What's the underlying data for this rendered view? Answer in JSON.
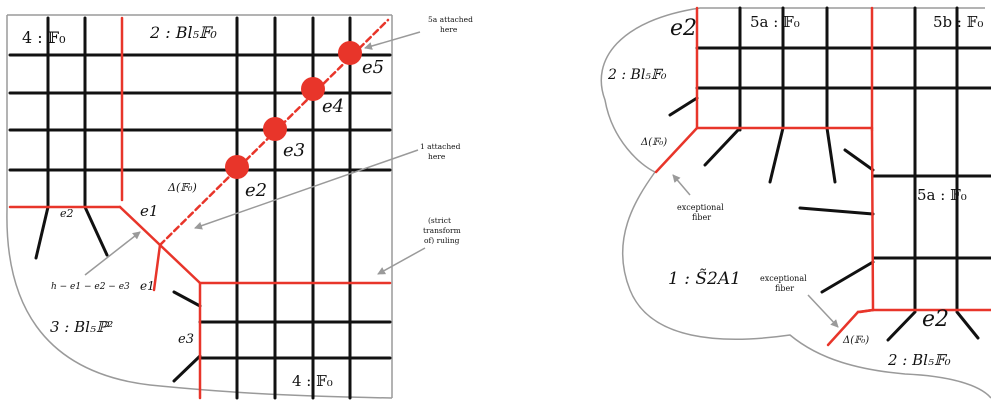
{
  "left_diagram": {
    "region_top_left": "4 : 𝔽₀",
    "region_top_mid": "2 : Bl₅𝔽₀",
    "region_bottom_left": "3 : Bl₅ℙ²",
    "region_bottom_right": "4 : 𝔽₀",
    "points": [
      "e5",
      "e4",
      "e3",
      "e2"
    ],
    "edge_e1_upper": "e1",
    "edge_e1_lower": "e1",
    "edge_e2": "e2",
    "edge_e3": "e3",
    "delta_label": "Δ(𝔽₀)",
    "line_label": "h − e1 − e2 − e3",
    "note_5a": [
      "5a attached",
      "here"
    ],
    "note_1": [
      "1 attached",
      "here"
    ],
    "note_ruling": [
      "(strict",
      "transform",
      "of) ruling"
    ]
  },
  "right_diagram": {
    "region_e2_top": "e2",
    "region_5a_top": "5a : 𝔽₀",
    "region_5b": "5b : 𝔽₀",
    "region_2_left": "2 : Bl₅𝔽₀",
    "delta_top": "Δ(𝔽₀)",
    "exceptional_fiber_1": [
      "exceptional",
      "fiber"
    ],
    "region_5a_mid": "5a : 𝔽₀",
    "region_1": "1 : S̃2A1",
    "exceptional_fiber_2": [
      "exceptional",
      "fiber"
    ],
    "delta_bottom": "Δ(𝔽₀)",
    "region_e2_bottom": "e2",
    "region_2_bottom": "2 : Bl₅𝔽₀"
  },
  "colors": {
    "red": "#e8352a",
    "gray": "#9a9a9a",
    "black": "#111111"
  }
}
